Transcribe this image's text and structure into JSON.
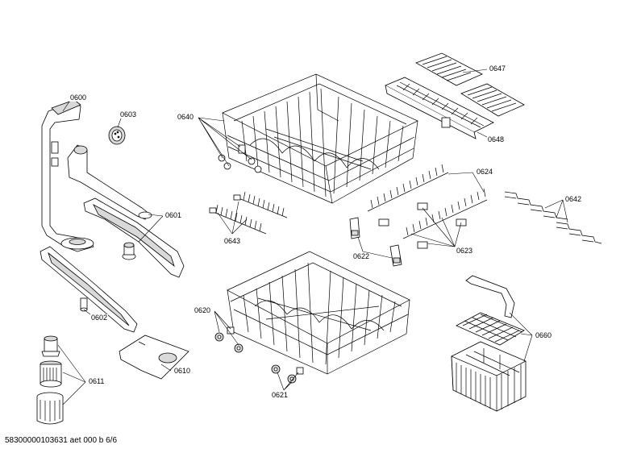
{
  "labels": {
    "p0600": "0600",
    "p0603": "0603",
    "p0640": "0640",
    "p0647": "0647",
    "p0648": "0648",
    "p0624": "0624",
    "p0642": "0642",
    "p0601": "0601",
    "p0643": "0643",
    "p0622": "0622",
    "p0623": "0623",
    "p0602": "0602",
    "p0620": "0620",
    "p0660": "0660",
    "p0611": "0611",
    "p0610": "0610",
    "p0621": "0621"
  },
  "footer": "58300000103631 aet 000 b 6/6"
}
